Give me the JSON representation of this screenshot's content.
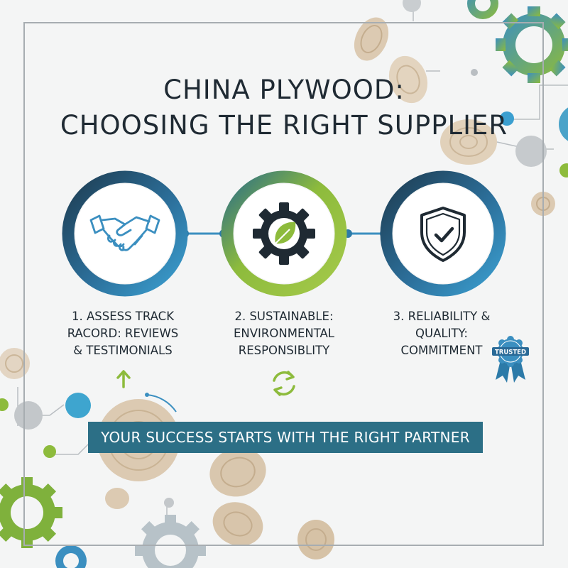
{
  "title": {
    "line1": "CHINA PLYWOOD:",
    "line2": "CHOOSING THE RIGHT SUPPLIER"
  },
  "steps": [
    {
      "line1": "1. ASSESS TRACK",
      "line2": "RACORD: REVIEWS",
      "line3": "& TESTIMONIALS",
      "icon": "handshake-icon"
    },
    {
      "line1": "2. SUSTAINABLE:",
      "line2": "ENVIRONMENTAL",
      "line3": "RESPONSIBLITY",
      "icon": "gear-leaf-icon"
    },
    {
      "line1": "3. RELIABILITY &",
      "line2": "QUALITY:",
      "line3": "COMMITMENT",
      "icon": "shield-check-icon"
    }
  ],
  "badge": {
    "text": "TRUSTED"
  },
  "banner": "YOUR SUCCESS STARTS WITH THE RIGHT PARTNER",
  "colors": {
    "navy": "#1e3d52",
    "blue": "#3b8fc0",
    "teal": "#2c6f86",
    "green": "#8dbb3c",
    "wood": "#dccab2",
    "text": "#1f2a33"
  }
}
